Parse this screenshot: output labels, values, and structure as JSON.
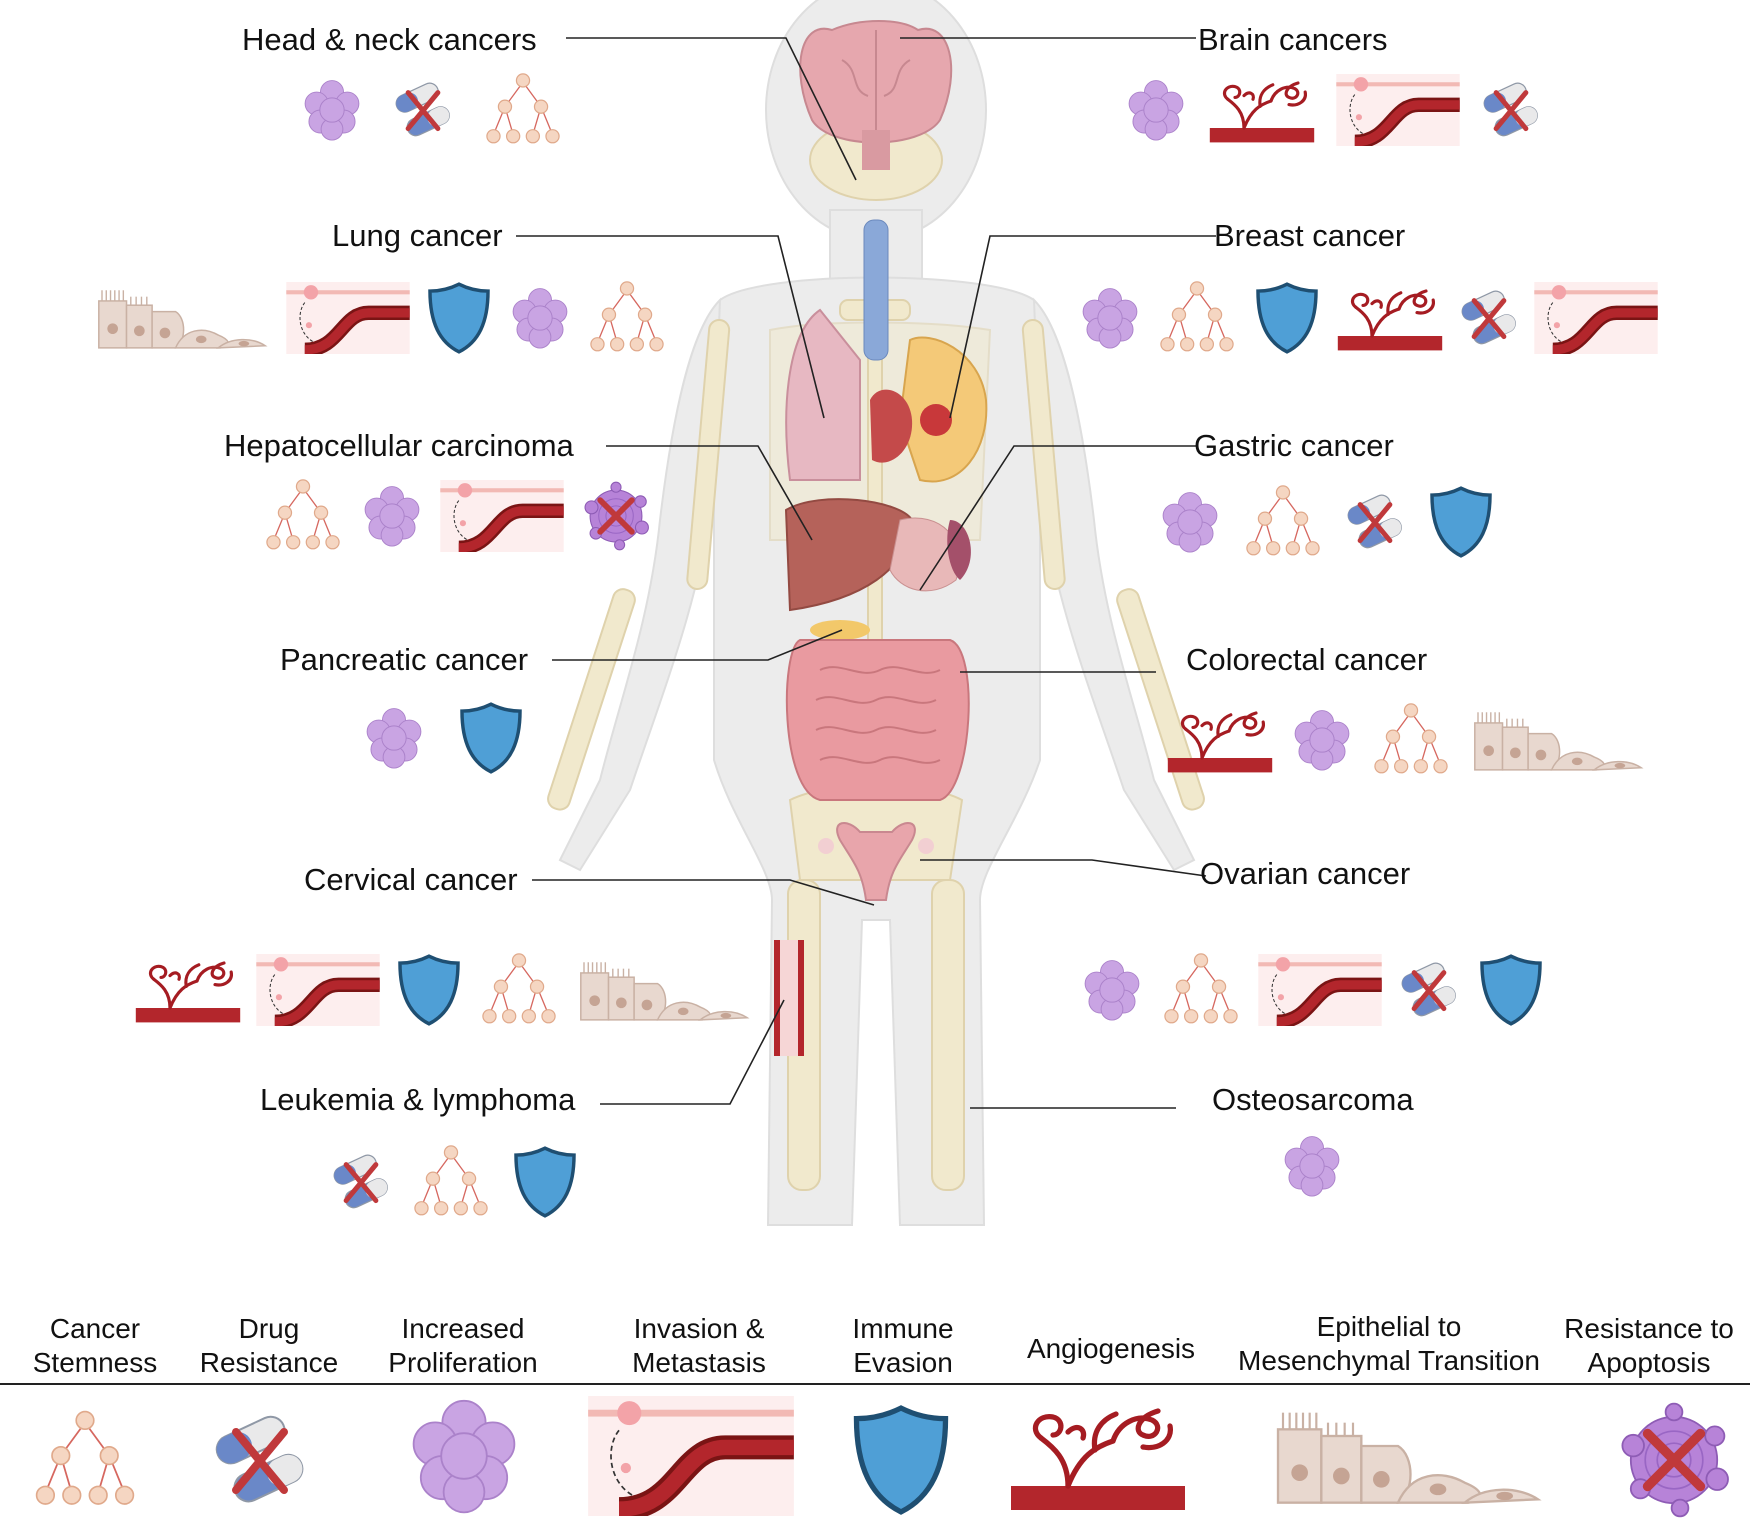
{
  "cancers": {
    "head_neck": "Head & neck cancers",
    "brain": "Brain cancers",
    "lung": "Lung cancer",
    "breast": "Breast cancer",
    "hcc": "Hepatocellular carcinoma",
    "gastric": "Gastric cancer",
    "pancreatic": "Pancreatic cancer",
    "colorectal": "Colorectal cancer",
    "cervical": "Cervical cancer",
    "ovarian": "Ovarian cancer",
    "leukemia": "Leukemia & lymphoma",
    "osteosarcoma": "Osteosarcoma"
  },
  "legend": {
    "stemness": [
      "Cancer",
      "Stemness"
    ],
    "drug": [
      "Drug",
      "Resistance"
    ],
    "prolif": [
      "Increased",
      "Proliferation"
    ],
    "invasion": [
      "Invasion &",
      "Metastasis"
    ],
    "immune": [
      "Immune",
      "Evasion"
    ],
    "angio": [
      "Angiogenesis"
    ],
    "emt": [
      "Epithelial to",
      "Mesenchymal Transition"
    ],
    "apoptosis": [
      "Resistance to",
      "Apoptosis"
    ]
  },
  "icons": {
    "head_neck": [
      "prolif",
      "drug",
      "stem"
    ],
    "brain": [
      "prolif",
      "angio",
      "invasion",
      "drug"
    ],
    "lung": [
      "emt",
      "invasion",
      "immune",
      "prolif",
      "stem"
    ],
    "breast": [
      "prolif",
      "stem",
      "immune",
      "angio",
      "drug",
      "invasion"
    ],
    "hcc": [
      "stem",
      "prolif",
      "invasion",
      "apoptosis"
    ],
    "gastric": [
      "prolif",
      "stem",
      "drug",
      "immune"
    ],
    "pancreatic": [
      "prolif",
      "immune"
    ],
    "colorectal": [
      "angio",
      "prolif",
      "stem",
      "emt"
    ],
    "cervical": [
      "angio",
      "invasion",
      "immune",
      "stem",
      "emt"
    ],
    "ovarian": [
      "prolif",
      "stem",
      "invasion",
      "drug",
      "immune"
    ],
    "leukemia": [
      "drug",
      "stem",
      "immune"
    ],
    "osteosarcoma": [
      "prolif"
    ]
  },
  "colors": {
    "body_skin": "#eeeeee",
    "bone": "#f2ead0",
    "stem_cell": "#f3d2bc",
    "prolif": "#b98bd8",
    "shield": "#4b9fd4",
    "vessel": "#b3262c",
    "emt": "#e6d5cc",
    "cross": "#c0393b"
  }
}
